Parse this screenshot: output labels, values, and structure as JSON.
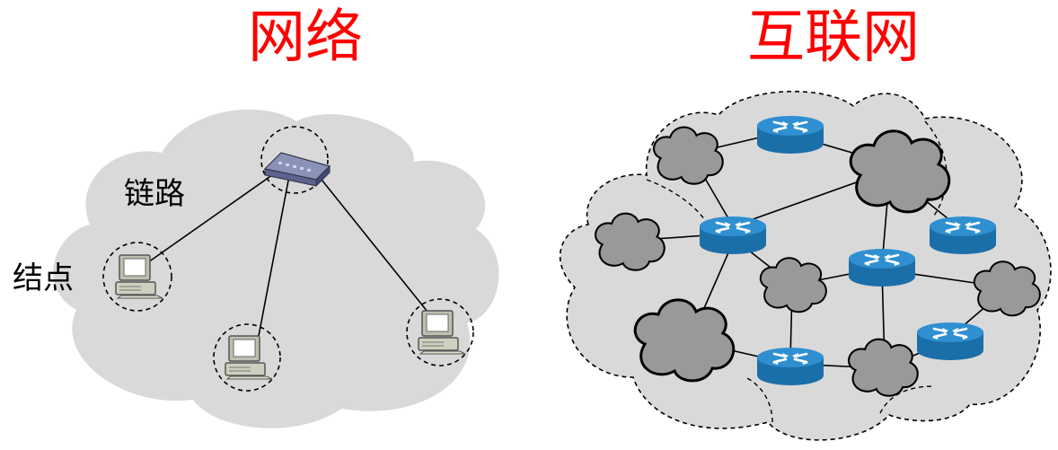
{
  "left_panel": {
    "title": "网络",
    "link_label": "链路",
    "node_label": "结点"
  },
  "right_panel": {
    "title": "互联网"
  },
  "colors": {
    "title": "#ff0000",
    "cloud": "#d9d9d9",
    "subnet_cloud": "#999999",
    "router_top": "#2f8fd1",
    "router_side": "#1b6fa8",
    "dash": "#000000"
  },
  "icons": {
    "hub": "network-hub-icon",
    "host": "desktop-computer-icon",
    "router": "router-icon",
    "subnet": "cloud-icon"
  }
}
